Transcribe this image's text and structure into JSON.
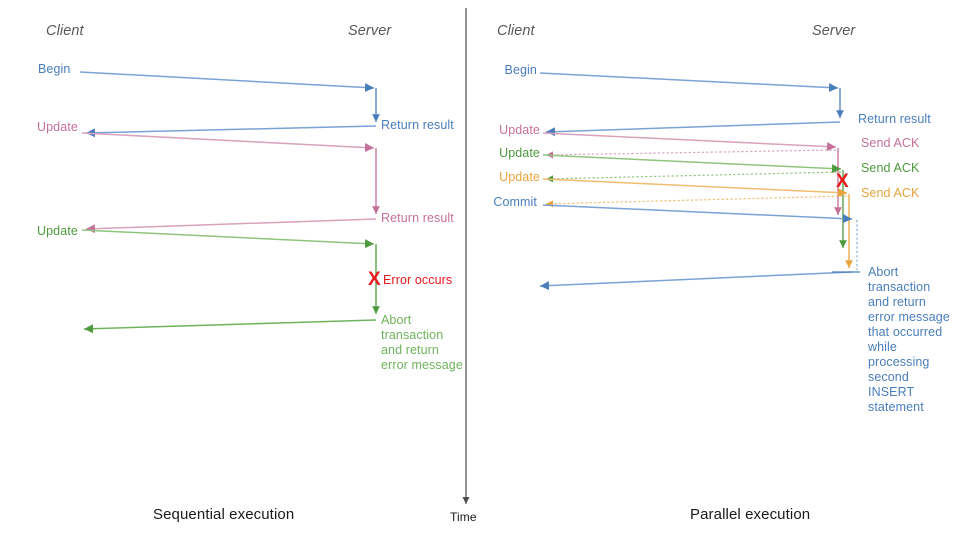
{
  "figure": {
    "title_left": "Sequential execution",
    "title_right": "Parallel execution",
    "time_axis_label": "Time"
  },
  "colors": {
    "blue": "#4a7ebb",
    "blue_light": "#7ba3d4",
    "pink": "#c4719a",
    "pink_light": "#d9a2bd",
    "green": "#4e9a3f",
    "green_light": "#8fc47e",
    "orange": "#e8a33d",
    "orange_light": "#f0bd70",
    "red": "#e8191b",
    "gray_title": "#595959",
    "black": "#1a1a1a"
  },
  "left_panel": {
    "name": "Sequential execution",
    "lanes": {
      "client": "Client",
      "server": "Server"
    },
    "client_labels": [
      {
        "text": "Begin",
        "color": "blue"
      },
      {
        "text": "Update",
        "color": "pink"
      },
      {
        "text": "Update",
        "color": "green"
      }
    ],
    "server_labels": [
      {
        "text": "Return result",
        "color": "blue"
      },
      {
        "text": "Return result",
        "color": "pink"
      },
      {
        "text": "Error occurs",
        "color": "red"
      },
      {
        "text": "Abort\ntransaction\nand return\nerror message",
        "color": "green"
      }
    ],
    "error_marker": "X"
  },
  "right_panel": {
    "name": "Parallel execution",
    "lanes": {
      "client": "Client",
      "server": "Server"
    },
    "client_labels": [
      {
        "text": "Begin",
        "color": "blue"
      },
      {
        "text": "Update",
        "color": "pink"
      },
      {
        "text": "Update",
        "color": "green"
      },
      {
        "text": "Update",
        "color": "orange"
      },
      {
        "text": "Commit",
        "color": "blue"
      }
    ],
    "server_labels": [
      {
        "text": "Return result",
        "color": "blue"
      },
      {
        "text": "Send ACK",
        "color": "pink"
      },
      {
        "text": "Send ACK",
        "color": "green"
      },
      {
        "text": "Send ACK",
        "color": "orange"
      },
      {
        "text": "Abort\ntransaction\nand return\nerror message\nthat occurred\nwhile\nprocessing\nsecond\nINSERT\nstatement",
        "color": "blue"
      }
    ],
    "error_marker": "X"
  }
}
